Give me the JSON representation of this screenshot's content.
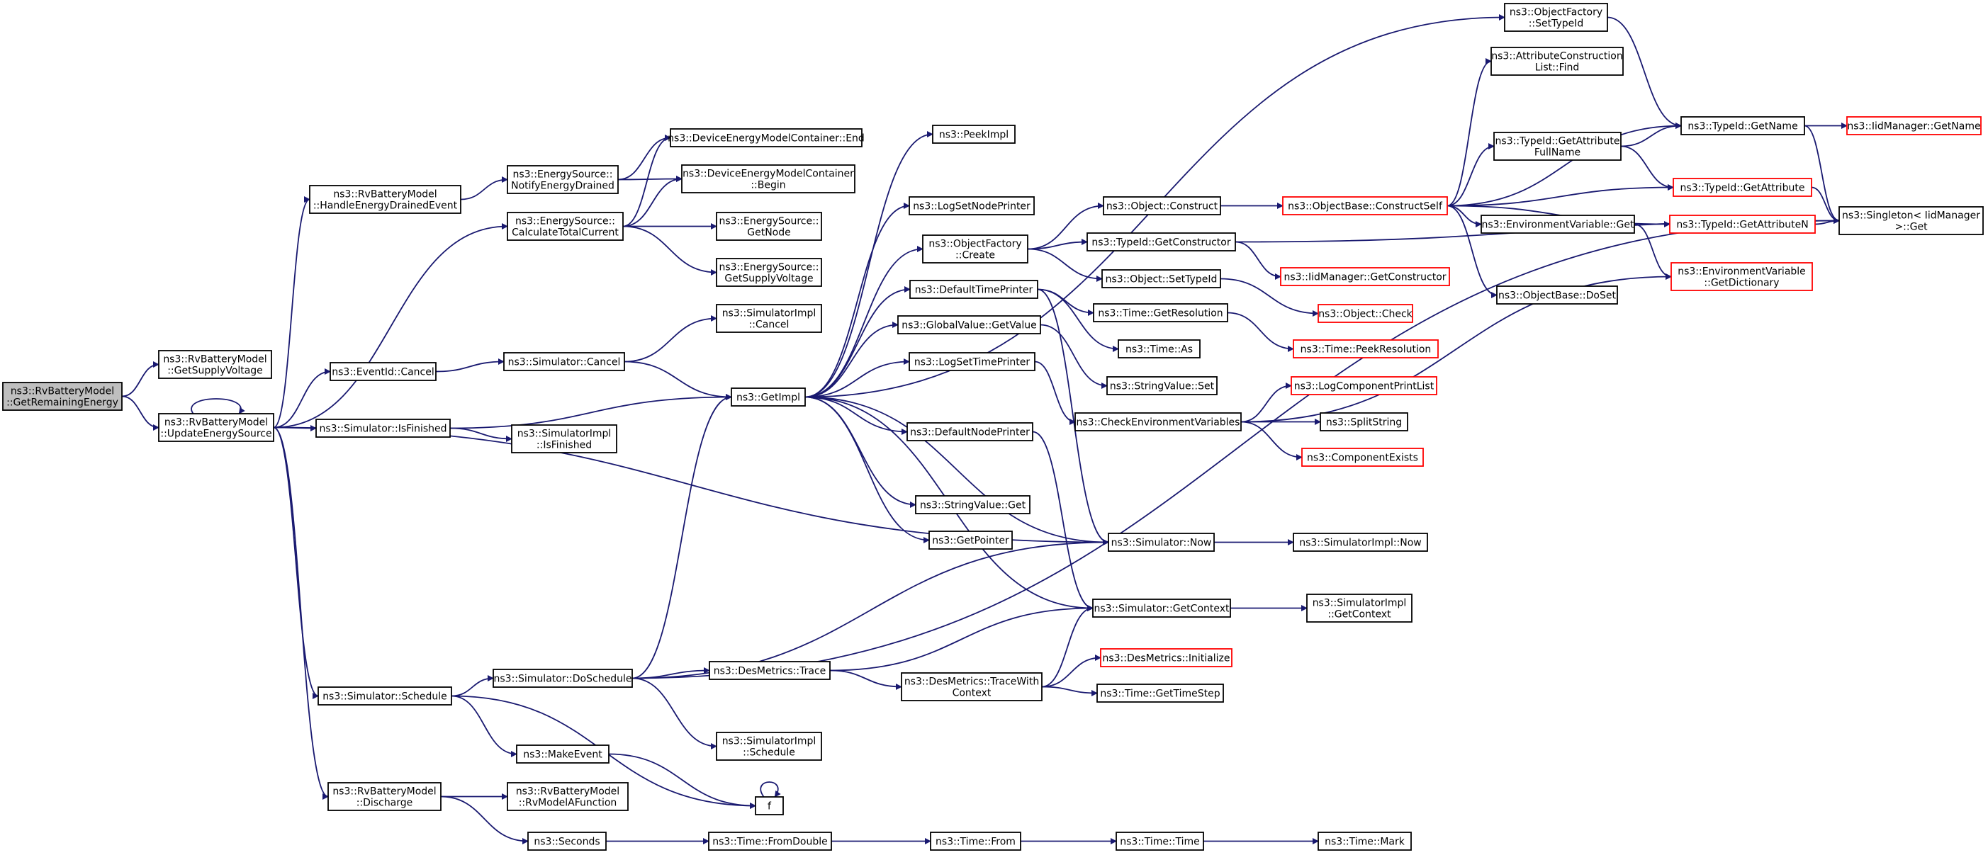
{
  "diagram": {
    "type": "call-graph",
    "colors": {
      "edge": "#191970",
      "node_border": "#000000",
      "node_border_truncated": "#ff0000",
      "node_fill": "#ffffff",
      "root_fill": "#bfbfbf"
    },
    "nodes": [
      {
        "id": "root",
        "lines": [
          "ns3::RvBatteryModel",
          "::GetRemainingEnergy"
        ],
        "style": "root"
      },
      {
        "id": "getsupply",
        "lines": [
          "ns3::RvBatteryModel",
          "::GetSupplyVoltage"
        ],
        "style": "normal"
      },
      {
        "id": "update",
        "lines": [
          "ns3::RvBatteryModel",
          "::UpdateEnergySource"
        ],
        "style": "normal"
      },
      {
        "id": "handledrained",
        "lines": [
          "ns3::RvBatteryModel",
          "::HandleEnergyDrainedEvent"
        ],
        "style": "normal"
      },
      {
        "id": "notifydrained",
        "lines": [
          "ns3::EnergySource::",
          "NotifyEnergyDrained"
        ],
        "style": "normal"
      },
      {
        "id": "calctotal",
        "lines": [
          "ns3::EnergySource::",
          "CalculateTotalCurrent"
        ],
        "style": "normal"
      },
      {
        "id": "demcend",
        "lines": [
          "ns3::DeviceEnergyModelContainer::End"
        ],
        "style": "normal"
      },
      {
        "id": "demcbegin",
        "lines": [
          "ns3::DeviceEnergyModelContainer",
          "::Begin"
        ],
        "style": "normal"
      },
      {
        "id": "esgetnode",
        "lines": [
          "ns3::EnergySource::",
          "GetNode"
        ],
        "style": "normal"
      },
      {
        "id": "esgetsupply",
        "lines": [
          "ns3::EnergySource::",
          "GetSupplyVoltage"
        ],
        "style": "normal"
      },
      {
        "id": "eventcancel",
        "lines": [
          "ns3::EventId::Cancel"
        ],
        "style": "normal"
      },
      {
        "id": "simcancel",
        "lines": [
          "ns3::Simulator::Cancel"
        ],
        "style": "normal"
      },
      {
        "id": "simimplcancel",
        "lines": [
          "ns3::SimulatorImpl",
          "::Cancel"
        ],
        "style": "normal"
      },
      {
        "id": "isfinished",
        "lines": [
          "ns3::Simulator::IsFinished"
        ],
        "style": "normal"
      },
      {
        "id": "simimplisfinished",
        "lines": [
          "ns3::SimulatorImpl",
          "::IsFinished"
        ],
        "style": "normal"
      },
      {
        "id": "getimpl",
        "lines": [
          "ns3::GetImpl"
        ],
        "style": "normal"
      },
      {
        "id": "peekimpl",
        "lines": [
          "ns3::PeekImpl"
        ],
        "style": "normal"
      },
      {
        "id": "logsetnodeprinter",
        "lines": [
          "ns3::LogSetNodePrinter"
        ],
        "style": "normal"
      },
      {
        "id": "ofcreate",
        "lines": [
          "ns3::ObjectFactory",
          "::Create"
        ],
        "style": "normal"
      },
      {
        "id": "deftimeprinter",
        "lines": [
          "ns3::DefaultTimePrinter"
        ],
        "style": "normal"
      },
      {
        "id": "gvgetvalue",
        "lines": [
          "ns3::GlobalValue::GetValue"
        ],
        "style": "normal"
      },
      {
        "id": "logsettimeprinter",
        "lines": [
          "ns3::LogSetTimePrinter"
        ],
        "style": "normal"
      },
      {
        "id": "defnodeprinter",
        "lines": [
          "ns3::DefaultNodePrinter"
        ],
        "style": "normal"
      },
      {
        "id": "svget",
        "lines": [
          "ns3::StringValue::Get"
        ],
        "style": "normal"
      },
      {
        "id": "getpointer",
        "lines": [
          "ns3::GetPointer"
        ],
        "style": "normal"
      },
      {
        "id": "objconstruct",
        "lines": [
          "ns3::Object::Construct"
        ],
        "style": "normal"
      },
      {
        "id": "getconstructor",
        "lines": [
          "ns3::TypeId::GetConstructor"
        ],
        "style": "normal"
      },
      {
        "id": "objsettypeid",
        "lines": [
          "ns3::Object::SetTypeId"
        ],
        "style": "normal"
      },
      {
        "id": "getresolution",
        "lines": [
          "ns3::Time::GetResolution"
        ],
        "style": "normal"
      },
      {
        "id": "timeas",
        "lines": [
          "ns3::Time::As"
        ],
        "style": "normal"
      },
      {
        "id": "svset",
        "lines": [
          "ns3::StringValue::Set"
        ],
        "style": "normal"
      },
      {
        "id": "checkenv",
        "lines": [
          "ns3::CheckEnvironmentVariables"
        ],
        "style": "normal"
      },
      {
        "id": "ofsettypeid",
        "lines": [
          "ns3::ObjectFactory",
          "::SetTypeId"
        ],
        "style": "normal"
      },
      {
        "id": "attrconstfind",
        "lines": [
          "ns3::AttributeConstruction",
          "List::Find"
        ],
        "style": "normal"
      },
      {
        "id": "typeidgetname",
        "lines": [
          "ns3::TypeId::GetName"
        ],
        "style": "normal"
      },
      {
        "id": "iidgetname",
        "lines": [
          "ns3::IidManager::GetName"
        ],
        "style": "truncated"
      },
      {
        "id": "getattrfullname",
        "lines": [
          "ns3::TypeId::GetAttribute",
          "FullName"
        ],
        "style": "normal"
      },
      {
        "id": "constructself",
        "lines": [
          "ns3::ObjectBase::ConstructSelf"
        ],
        "style": "truncated"
      },
      {
        "id": "getattribute",
        "lines": [
          "ns3::TypeId::GetAttribute"
        ],
        "style": "truncated"
      },
      {
        "id": "getattributen",
        "lines": [
          "ns3::TypeId::GetAttributeN"
        ],
        "style": "truncated"
      },
      {
        "id": "singletonget",
        "lines": [
          "ns3::Singleton< IidManager",
          "  >::Get"
        ],
        "style": "normal"
      },
      {
        "id": "iidgetconstructor",
        "lines": [
          "ns3::IidManager::GetConstructor"
        ],
        "style": "truncated"
      },
      {
        "id": "envget",
        "lines": [
          "ns3::EnvironmentVariable::Get"
        ],
        "style": "normal"
      },
      {
        "id": "envgetdict",
        "lines": [
          "ns3::EnvironmentVariable",
          "::GetDictionary"
        ],
        "style": "truncated"
      },
      {
        "id": "dosset",
        "lines": [
          "ns3::ObjectBase::DoSet"
        ],
        "style": "normal"
      },
      {
        "id": "objcheck",
        "lines": [
          "ns3::Object::Check"
        ],
        "style": "truncated"
      },
      {
        "id": "peekresolution",
        "lines": [
          "ns3::Time::PeekResolution"
        ],
        "style": "truncated"
      },
      {
        "id": "logcompprint",
        "lines": [
          "ns3::LogComponentPrintList"
        ],
        "style": "truncated"
      },
      {
        "id": "splitstring",
        "lines": [
          "ns3::SplitString"
        ],
        "style": "normal"
      },
      {
        "id": "compexists",
        "lines": [
          "ns3::ComponentExists"
        ],
        "style": "truncated"
      },
      {
        "id": "simnow",
        "lines": [
          "ns3::Simulator::Now"
        ],
        "style": "normal"
      },
      {
        "id": "simimplnow",
        "lines": [
          "ns3::SimulatorImpl::Now"
        ],
        "style": "normal"
      },
      {
        "id": "simgetcontext",
        "lines": [
          "ns3::Simulator::GetContext"
        ],
        "style": "normal"
      },
      {
        "id": "simimplgetcontext",
        "lines": [
          "ns3::SimulatorImpl",
          "::GetContext"
        ],
        "style": "normal"
      },
      {
        "id": "desinit",
        "lines": [
          "ns3::DesMetrics::Initialize"
        ],
        "style": "truncated"
      },
      {
        "id": "gettimestep",
        "lines": [
          "ns3::Time::GetTimeStep"
        ],
        "style": "normal"
      },
      {
        "id": "simschedule",
        "lines": [
          "ns3::Simulator::Schedule"
        ],
        "style": "normal"
      },
      {
        "id": "doschedule",
        "lines": [
          "ns3::Simulator::DoSchedule"
        ],
        "style": "normal"
      },
      {
        "id": "destrace",
        "lines": [
          "ns3::DesMetrics::Trace"
        ],
        "style": "normal"
      },
      {
        "id": "destracewith",
        "lines": [
          "ns3::DesMetrics::TraceWith",
          "Context"
        ],
        "style": "normal"
      },
      {
        "id": "simimplschedule",
        "lines": [
          "ns3::SimulatorImpl",
          "::Schedule"
        ],
        "style": "normal"
      },
      {
        "id": "makeevent",
        "lines": [
          "ns3::MakeEvent"
        ],
        "style": "normal"
      },
      {
        "id": "f",
        "lines": [
          "f"
        ],
        "style": "normal"
      },
      {
        "id": "discharge",
        "lines": [
          "ns3::RvBatteryModel",
          "::Discharge"
        ],
        "style": "normal"
      },
      {
        "id": "rvmodelafunc",
        "lines": [
          "ns3::RvBatteryModel",
          "::RvModelAFunction"
        ],
        "style": "normal"
      },
      {
        "id": "seconds",
        "lines": [
          "ns3::Seconds"
        ],
        "style": "normal"
      },
      {
        "id": "fromdouble",
        "lines": [
          "ns3::Time::FromDouble"
        ],
        "style": "normal"
      },
      {
        "id": "timefrom",
        "lines": [
          "ns3::Time::From"
        ],
        "style": "normal"
      },
      {
        "id": "timetime",
        "lines": [
          "ns3::Time::Time"
        ],
        "style": "normal"
      },
      {
        "id": "timemark",
        "lines": [
          "ns3::Time::Mark"
        ],
        "style": "normal"
      }
    ],
    "edges": [
      [
        "root",
        "getsupply"
      ],
      [
        "root",
        "update"
      ],
      [
        "update",
        "update"
      ],
      [
        "update",
        "handledrained"
      ],
      [
        "update",
        "calctotal"
      ],
      [
        "update",
        "eventcancel"
      ],
      [
        "update",
        "isfinished"
      ],
      [
        "update",
        "simnow"
      ],
      [
        "update",
        "simschedule"
      ],
      [
        "update",
        "discharge"
      ],
      [
        "handledrained",
        "notifydrained"
      ],
      [
        "notifydrained",
        "demcend"
      ],
      [
        "notifydrained",
        "demcbegin"
      ],
      [
        "calctotal",
        "demcend"
      ],
      [
        "calctotal",
        "demcbegin"
      ],
      [
        "calctotal",
        "esgetnode"
      ],
      [
        "calctotal",
        "esgetsupply"
      ],
      [
        "eventcancel",
        "simcancel"
      ],
      [
        "simcancel",
        "simimplcancel"
      ],
      [
        "simcancel",
        "getimpl"
      ],
      [
        "isfinished",
        "getimpl"
      ],
      [
        "isfinished",
        "simimplisfinished"
      ],
      [
        "getimpl",
        "peekimpl"
      ],
      [
        "getimpl",
        "logsetnodeprinter"
      ],
      [
        "getimpl",
        "ofcreate"
      ],
      [
        "getimpl",
        "deftimeprinter"
      ],
      [
        "getimpl",
        "gvgetvalue"
      ],
      [
        "getimpl",
        "logsettimeprinter"
      ],
      [
        "getimpl",
        "defnodeprinter"
      ],
      [
        "getimpl",
        "svget"
      ],
      [
        "getimpl",
        "getpointer"
      ],
      [
        "getimpl",
        "ofsettypeid"
      ],
      [
        "getimpl",
        "simnow"
      ],
      [
        "getimpl",
        "simgetcontext"
      ],
      [
        "ofcreate",
        "objconstruct"
      ],
      [
        "ofcreate",
        "getconstructor"
      ],
      [
        "ofcreate",
        "objsettypeid"
      ],
      [
        "deftimeprinter",
        "getresolution"
      ],
      [
        "deftimeprinter",
        "timeas"
      ],
      [
        "deftimeprinter",
        "simnow"
      ],
      [
        "gvgetvalue",
        "svset"
      ],
      [
        "logsettimeprinter",
        "checkenv"
      ],
      [
        "defnodeprinter",
        "simgetcontext"
      ],
      [
        "objconstruct",
        "constructself"
      ],
      [
        "getconstructor",
        "iidgetconstructor"
      ],
      [
        "objsettypeid",
        "objcheck"
      ],
      [
        "getresolution",
        "peekresolution"
      ],
      [
        "checkenv",
        "logcompprint"
      ],
      [
        "checkenv",
        "splitstring"
      ],
      [
        "checkenv",
        "compexists"
      ],
      [
        "checkenv",
        "envgetdict"
      ],
      [
        "ofsettypeid",
        "typeidgetname"
      ],
      [
        "typeidgetname",
        "iidgetname"
      ],
      [
        "typeidgetname",
        "singletonget"
      ],
      [
        "getattrfullname",
        "typeidgetname"
      ],
      [
        "getattrfullname",
        "getattribute"
      ],
      [
        "constructself",
        "attrconstfind"
      ],
      [
        "constructself",
        "typeidgetname"
      ],
      [
        "constructself",
        "getattrfullname"
      ],
      [
        "constructself",
        "getattribute"
      ],
      [
        "constructself",
        "getattributen"
      ],
      [
        "constructself",
        "envget"
      ],
      [
        "constructself",
        "dosset"
      ],
      [
        "getattribute",
        "singletonget"
      ],
      [
        "getattributen",
        "singletonget"
      ],
      [
        "getconstructor",
        "singletonget"
      ],
      [
        "envget",
        "envgetdict"
      ],
      [
        "simnow",
        "simimplnow"
      ],
      [
        "simgetcontext",
        "simimplgetcontext"
      ],
      [
        "simschedule",
        "doschedule"
      ],
      [
        "simschedule",
        "makeevent"
      ],
      [
        "simschedule",
        "f"
      ],
      [
        "doschedule",
        "getimpl"
      ],
      [
        "doschedule",
        "simnow"
      ],
      [
        "doschedule",
        "destrace"
      ],
      [
        "doschedule",
        "simimplschedule"
      ],
      [
        "doschedule",
        "singletonget"
      ],
      [
        "destrace",
        "simgetcontext"
      ],
      [
        "destrace",
        "destracewith"
      ],
      [
        "destracewith",
        "simgetcontext"
      ],
      [
        "destracewith",
        "desinit"
      ],
      [
        "destracewith",
        "gettimestep"
      ],
      [
        "makeevent",
        "f"
      ],
      [
        "f",
        "f"
      ],
      [
        "discharge",
        "rvmodelafunc"
      ],
      [
        "discharge",
        "seconds"
      ],
      [
        "seconds",
        "fromdouble"
      ],
      [
        "fromdouble",
        "timefrom"
      ],
      [
        "timefrom",
        "timetime"
      ],
      [
        "timetime",
        "timemark"
      ]
    ]
  }
}
